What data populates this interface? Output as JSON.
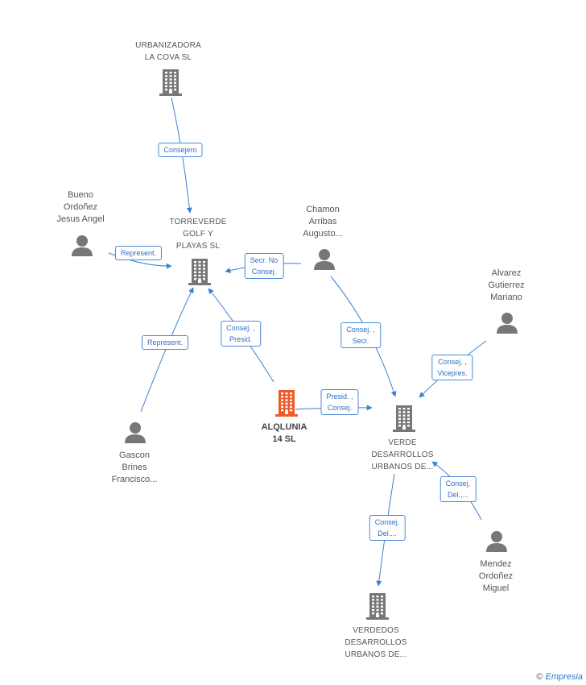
{
  "colors": {
    "node": "#777777",
    "highlight": "#f05a2a",
    "edge": "#3a80d6"
  },
  "nodes": {
    "urbanizadora": {
      "label": "URBANIZADORA\nLA COVA SL",
      "type": "company"
    },
    "torreverde": {
      "label": "TORREVERDE\nGOLF Y\nPLAYAS SL",
      "type": "company"
    },
    "bueno": {
      "label": "Bueno\nOrdoñez\nJesus Angel",
      "type": "person"
    },
    "chamon": {
      "label": "Chamon\nArribas\nAugusto...",
      "type": "person"
    },
    "alvarez": {
      "label": "Alvarez\nGutierrez\nMariano",
      "type": "person"
    },
    "alqlunia": {
      "label": "ALQLUNIA\n14 SL",
      "type": "company-highlight"
    },
    "verde": {
      "label": "VERDE\nDESARROLLOS\nURBANOS DE...",
      "type": "company"
    },
    "gascon": {
      "label": "Gascon\nBrines\nFrancisco...",
      "type": "person"
    },
    "mendez": {
      "label": "Mendez\nOrdoñez\nMiguel",
      "type": "person"
    },
    "verdedos": {
      "label": "VERDEDOS\nDESARROLLOS\nURBANOS DE...",
      "type": "company"
    }
  },
  "edges": {
    "urbanizadora_torreverde": "Consejero",
    "bueno_torreverde": "Represent.",
    "chamon_torreverde": "Secr.  No\nConsej.",
    "gascon_torreverde": "Represent.",
    "alqlunia_torreverde": "Consej. ,\nPresid.",
    "alqlunia_verde": "Presid. ,\nConsej.",
    "chamon_verde": "Consej. ,\nSecr.",
    "alvarez_verde": "Consej. ,\nVicepres.",
    "mendez_verde": "Consej.\nDel.,...",
    "verde_verdedos": "Consej.\nDel...."
  },
  "footer": {
    "copyright": "©",
    "brand": "Empresia"
  }
}
